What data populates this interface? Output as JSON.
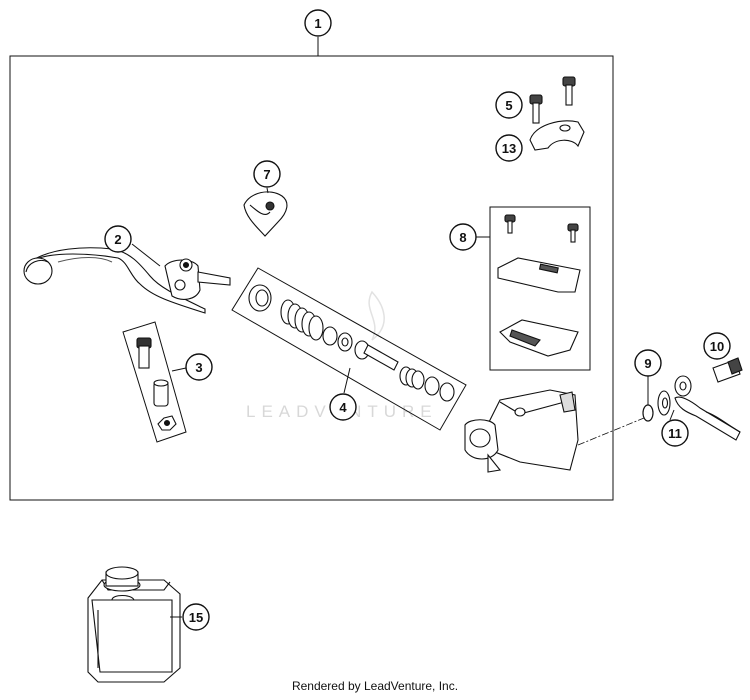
{
  "callouts": [
    "1",
    "2",
    "3",
    "4",
    "5",
    "7",
    "8",
    "9",
    "10",
    "11",
    "13",
    "15"
  ],
  "watermark": "LEADVENTURE",
  "footer": "Rendered by LeadVenture, Inc."
}
